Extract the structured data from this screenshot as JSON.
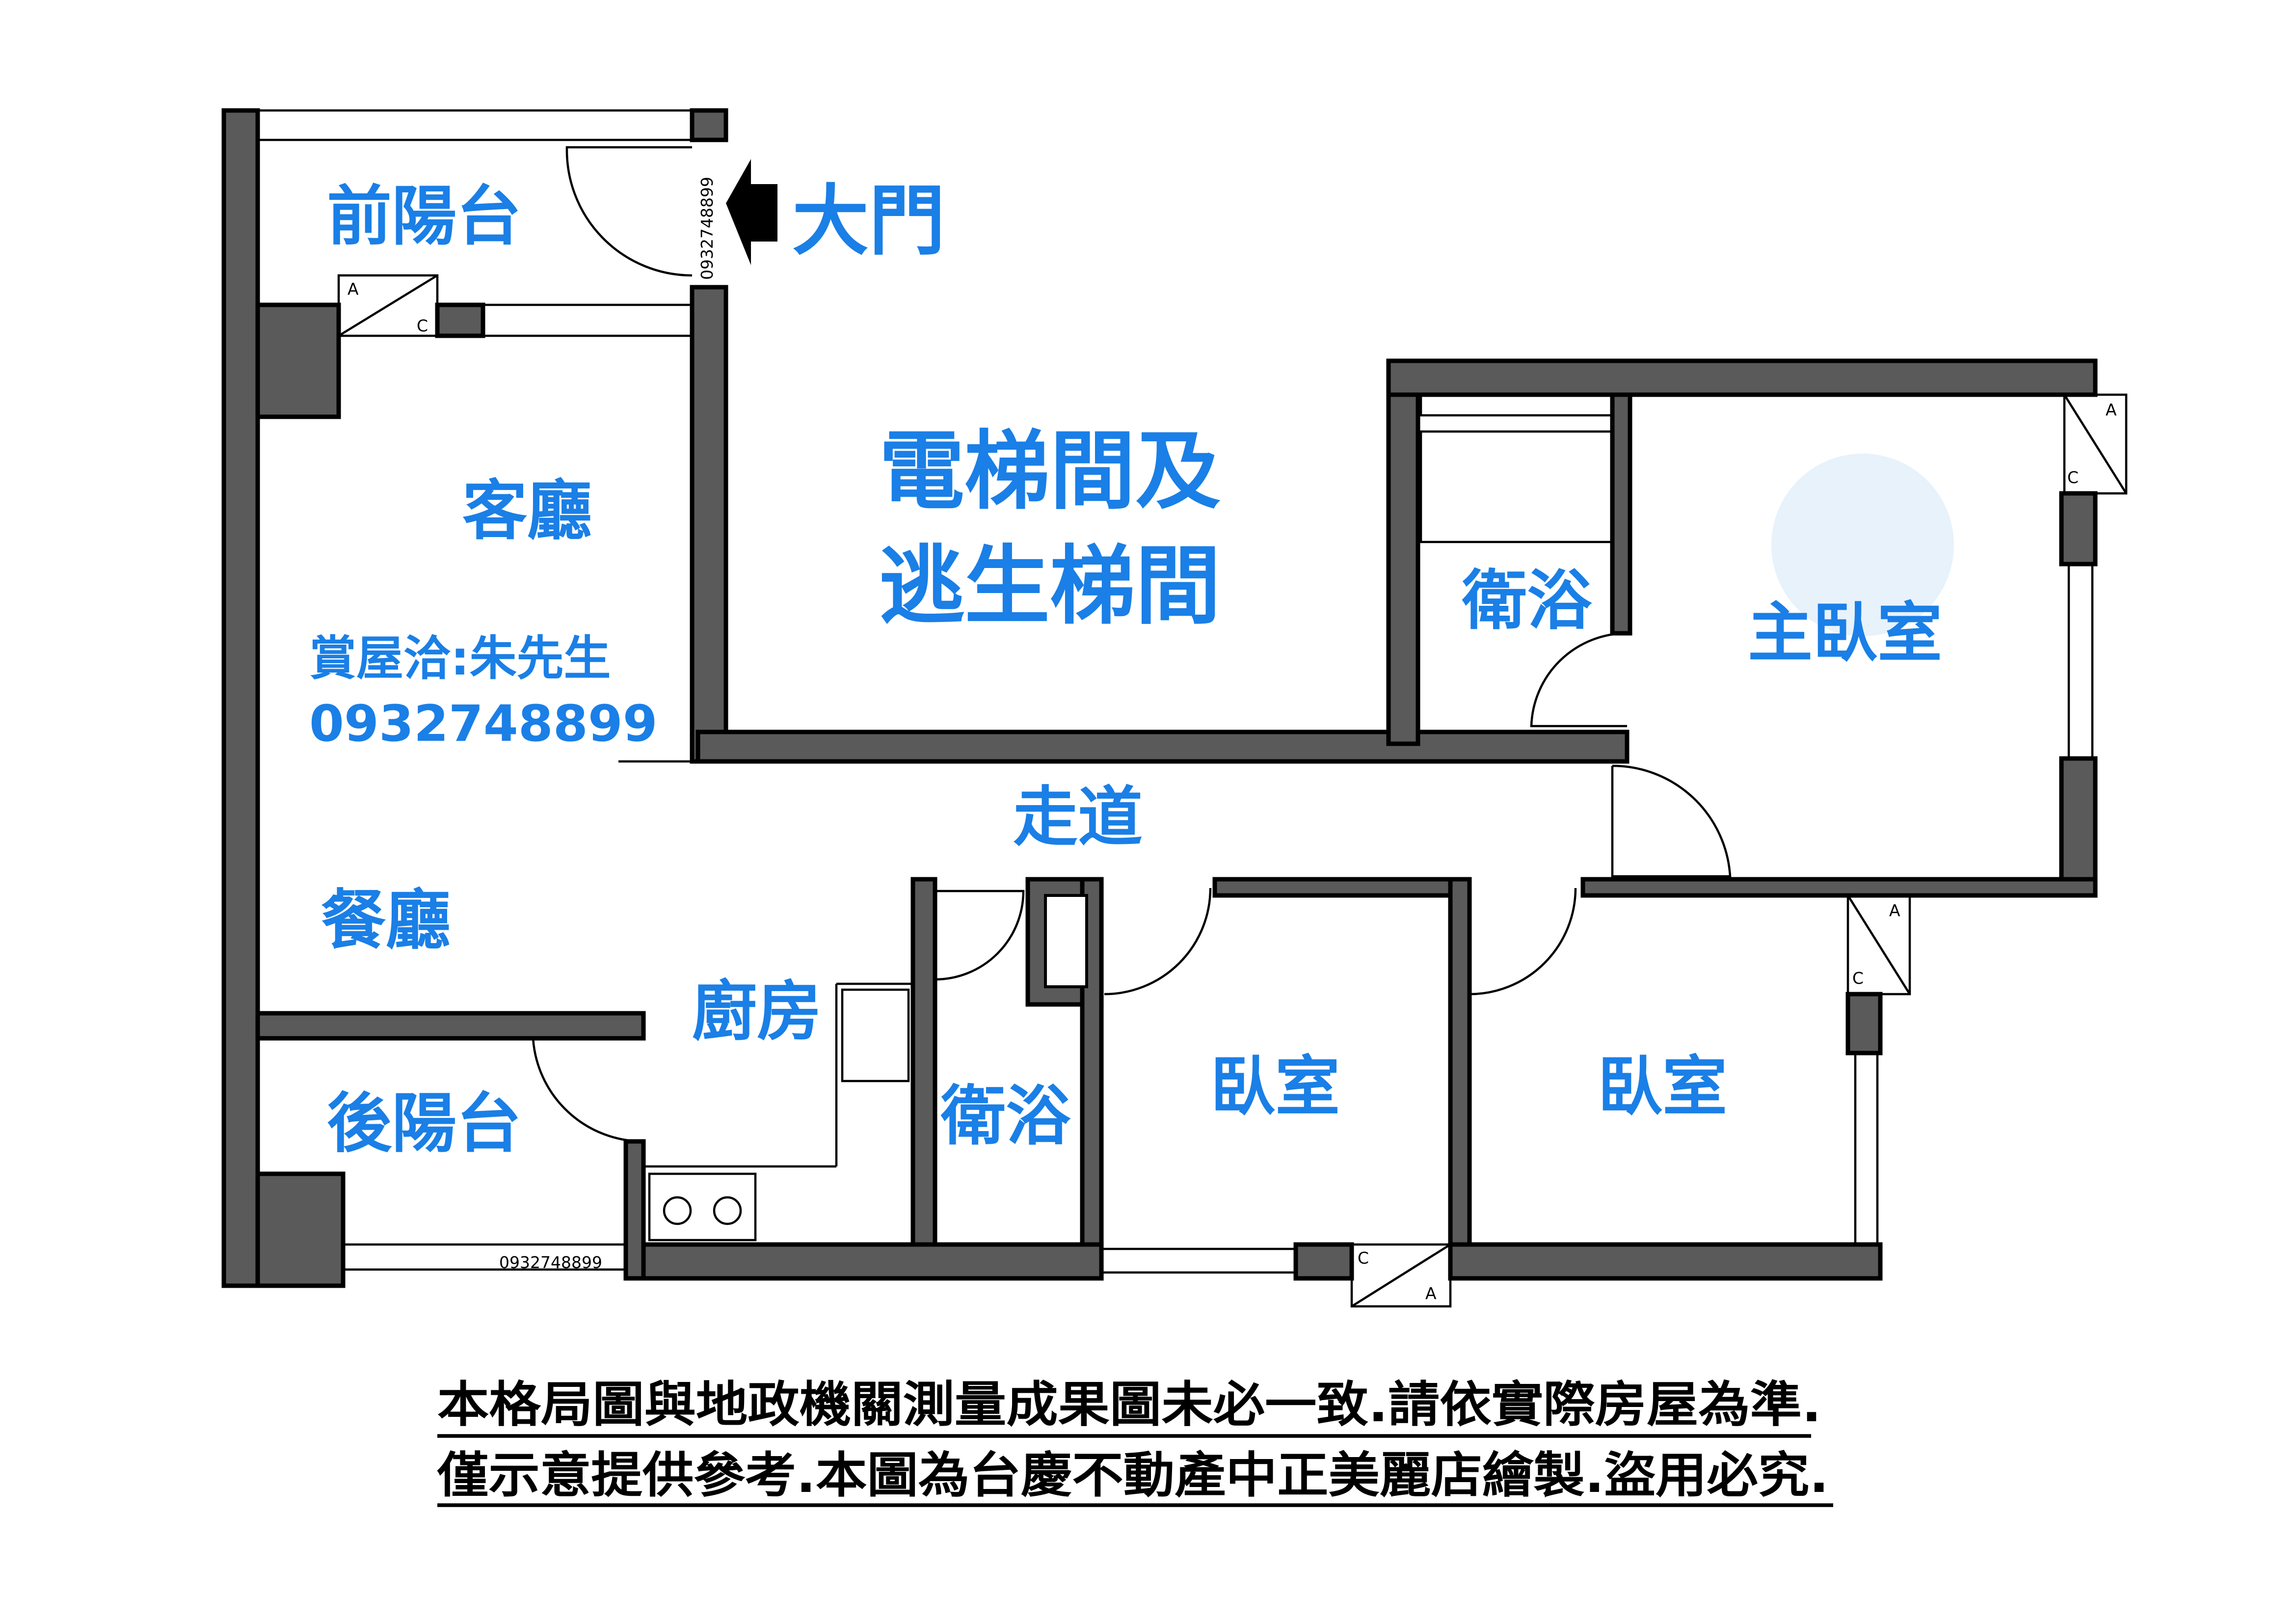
{
  "rooms": {
    "front_balcony": "前陽台",
    "main_door": "大門",
    "elevator_line1": "電梯間及",
    "elevator_line2": "逃生梯間",
    "living_room": "客廳",
    "contact_label": "賞屋洽:朱先生",
    "contact_phone": "0932748899",
    "master_bath": "衛浴",
    "master_bedroom": "主臥室",
    "corridor": "走道",
    "dining_room": "餐廳",
    "kitchen": "廚房",
    "back_balcony": "後陽台",
    "bath2": "衛浴",
    "bedroom1": "臥室",
    "bedroom2": "臥室"
  },
  "watermark_phone": "0932748899",
  "ac_marks": {
    "a": "A",
    "c": "C"
  },
  "disclaimer": {
    "line1": "本格局圖與地政機關測量成果圖未必一致.請依實際房屋為準.",
    "line2": "僅示意提供參考.本圖為台慶不動產中正美麗店繪製.盜用必究."
  },
  "colors": {
    "label": "#1a7fe6",
    "wall": "#5a5a5a"
  }
}
